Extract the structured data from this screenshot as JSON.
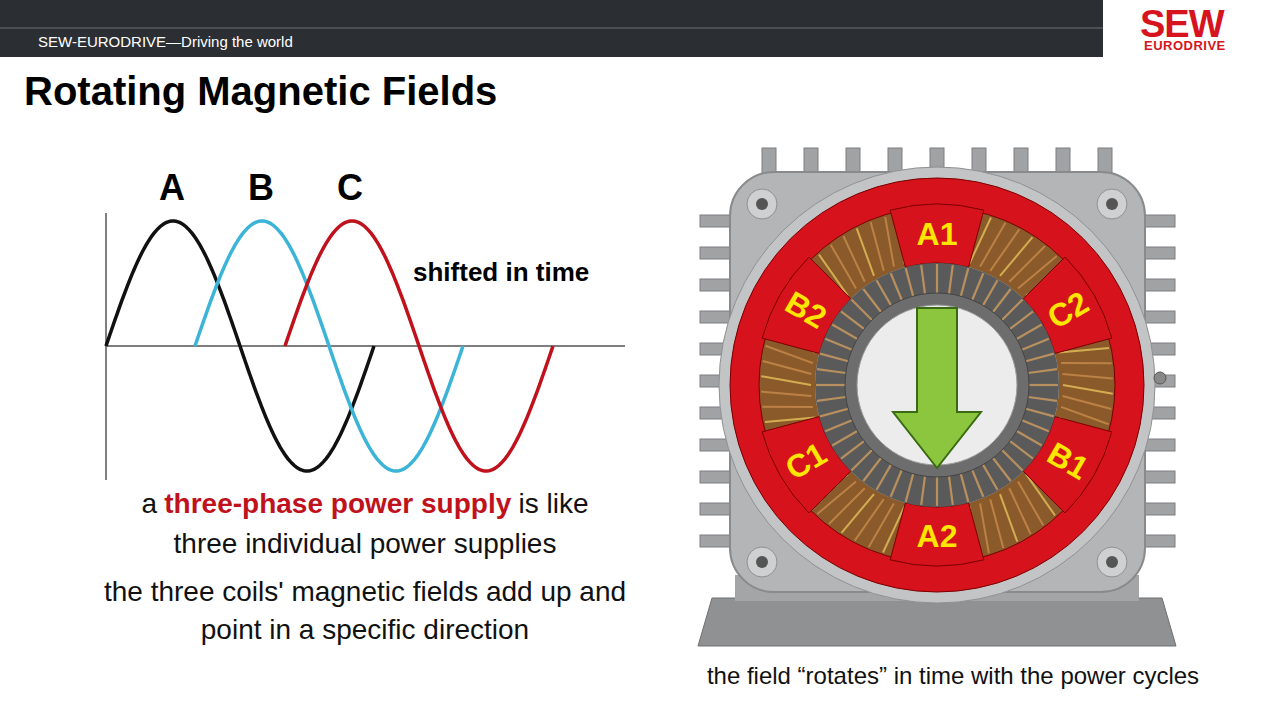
{
  "diagram": {
    "title": "Rotating Magnetic Fields",
    "caption": "the field “rotates” in time with the power cycles",
    "labels": [
      "SEW-EURODRIVE—Driving the world",
      "SEW",
      "EURODRIVE",
      "A",
      "B",
      "C",
      "shifted in time",
      "a",
      "three-phase power supply",
      "is like",
      "three individual power supplies",
      "the three coils' magnetic fields add up and point in a specific direction",
      "A1",
      "B2",
      "C2",
      "C1",
      "B1",
      "A2"
    ]
  }
}
